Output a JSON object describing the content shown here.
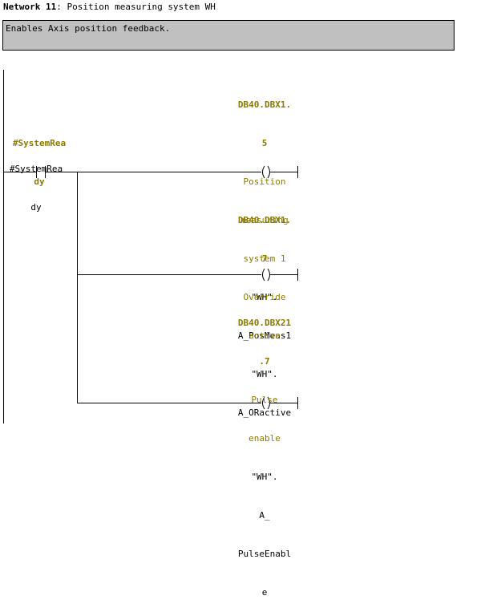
{
  "network": {
    "label": "Network 11",
    "separator": ":",
    "title": "Position measuring system WH"
  },
  "comment": "Enables Axis position feedback.",
  "contact": {
    "operand_lines": [
      "#SystemRea",
      "dy"
    ],
    "symbol_lines": [
      "#SystemRea",
      "dy"
    ]
  },
  "coils": [
    {
      "address_lines": [
        "DB40.DBX1.",
        "5"
      ],
      "comment_lines": [
        "Position",
        "measuring",
        "system 1"
      ],
      "symbol_lines": [
        "\"WH\".",
        "A_PosMeas1"
      ]
    },
    {
      "address_lines": [
        "DB40.DBX1.",
        "7"
      ],
      "comment_lines": [
        "Override",
        "active"
      ],
      "symbol_lines": [
        "\"WH\".",
        "A_ORactive"
      ]
    },
    {
      "address_lines": [
        "DB40.DBX21",
        ".7"
      ],
      "comment_lines": [
        "Pulse",
        "enable"
      ],
      "symbol_lines": [
        "\"WH\".",
        "A_",
        "PulseEnabl",
        "e"
      ]
    }
  ],
  "colors": {
    "address": "#8a7a00",
    "comment_bg": "#c0c0c0",
    "line": "#000000"
  },
  "icons": {
    "contact": "no-contact-icon",
    "coil": "output-coil-icon"
  }
}
